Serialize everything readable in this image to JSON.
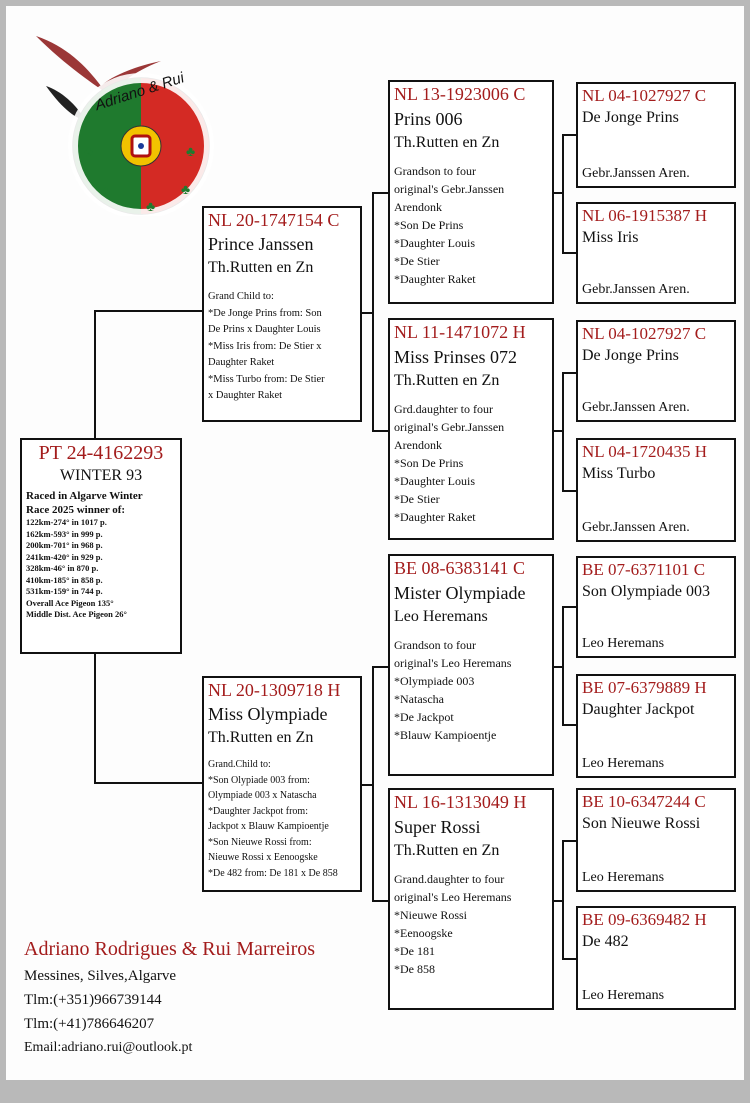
{
  "logo": {
    "text": "Adriano & Rui"
  },
  "root": {
    "ring": "PT 24-4162293",
    "name": "WINTER 93",
    "race_title": [
      "Raced in Algarve Winter",
      "Race 2025 winner of:"
    ],
    "results": [
      "122km-274° in 1017 p.",
      "162km-593° in 999 p.",
      "200km-701° in 968 p.",
      "241km-420° in 929 p.",
      "328km-46° in 870 p.",
      "410km-185° in 858 p.",
      "531km-159° in 744 p."
    ],
    "awards": [
      "Overall Ace Pigeon 135°",
      "Middle Dist. Ace Pigeon 26°"
    ]
  },
  "sire": {
    "ring": "NL 20-1747154 C",
    "name": "Prince Janssen",
    "breeder": "Th.Rutten en Zn",
    "notes": [
      "Grand Child to:",
      "*De Jonge Prins from: Son",
      "De Prins x Daughter Louis",
      "*Miss Iris from: De Stier x",
      "Daughter Raket",
      "*Miss Turbo from: De Stier",
      "x Daughter Raket"
    ]
  },
  "dam": {
    "ring": "NL 20-1309718 H",
    "name": "Miss Olympiade",
    "breeder": "Th.Rutten en Zn",
    "notes": [
      "Grand.Child to:",
      "*Son Olypiade 003 from:",
      "Olympiade 003 x Natascha",
      "*Daughter Jackpot from:",
      "Jackpot x Blauw Kampioentje",
      "*Son Nieuwe Rossi from:",
      "Nieuwe Rossi x Eenoogske",
      "*De 482 from: De 181 x De 858"
    ]
  },
  "grandparents": [
    {
      "ring": "NL 13-1923006 C",
      "name": "Prins 006",
      "breeder": "Th.Rutten en Zn",
      "notes": [
        "Grandson to four",
        "original's Gebr.Janssen",
        "Arendonk",
        "*Son De Prins",
        "*Daughter Louis",
        "*De Stier",
        "*Daughter Raket"
      ]
    },
    {
      "ring": "NL 11-1471072 H",
      "name": "Miss Prinses 072",
      "breeder": "Th.Rutten en Zn",
      "notes": [
        "Grd.daughter to four",
        "original's Gebr.Janssen",
        "Arendonk",
        "*Son De Prins",
        "*Daughter Louis",
        "*De Stier",
        "*Daughter Raket"
      ]
    },
    {
      "ring": "BE 08-6383141 C",
      "name": "Mister Olympiade",
      "breeder": "Leo Heremans",
      "notes": [
        "Grandson to four",
        "original's Leo Heremans",
        "*Olympiade 003",
        "*Natascha",
        "*De Jackpot",
        "*Blauw Kampioentje"
      ]
    },
    {
      "ring": "NL 16-1313049 H",
      "name": "Super Rossi",
      "breeder": "Th.Rutten en Zn",
      "notes": [
        "Grand.daughter to four",
        "original's Leo Heremans",
        "*Nieuwe Rossi",
        "*Eenoogske",
        "*De 181",
        "*De 858"
      ]
    }
  ],
  "great_grandparents": [
    {
      "ring": "NL 04-1027927 C",
      "name": "De Jonge Prins",
      "breeder": "Gebr.Janssen Aren."
    },
    {
      "ring": "NL 06-1915387 H",
      "name": "Miss Iris",
      "breeder": "Gebr.Janssen Aren."
    },
    {
      "ring": "NL 04-1027927 C",
      "name": "De Jonge Prins",
      "breeder": "Gebr.Janssen Aren."
    },
    {
      "ring": "NL 04-1720435 H",
      "name": "Miss Turbo",
      "breeder": "Gebr.Janssen Aren."
    },
    {
      "ring": "BE 07-6371101 C",
      "name": "Son Olympiade 003",
      "breeder": "Leo Heremans"
    },
    {
      "ring": "BE 07-6379889 H",
      "name": "Daughter Jackpot",
      "breeder": "Leo Heremans"
    },
    {
      "ring": "BE 10-6347244 C",
      "name": "Son Nieuwe Rossi",
      "breeder": "Leo Heremans"
    },
    {
      "ring": "BE 09-6369482 H",
      "name": "De 482",
      "breeder": "Leo Heremans"
    }
  ],
  "footer": {
    "owners": "Adriano Rodrigues & Rui Marreiros",
    "location": "Messines, Silves,Algarve",
    "phone1": "Tlm:(+351)966739144",
    "phone2": "Tlm:(+41)786646207",
    "email": "Email:adriano.rui@outlook.pt"
  },
  "colors": {
    "ring": "#a31c1c",
    "flag_green": "#1f7a2e",
    "flag_red": "#d42a24",
    "border": "#111111"
  }
}
